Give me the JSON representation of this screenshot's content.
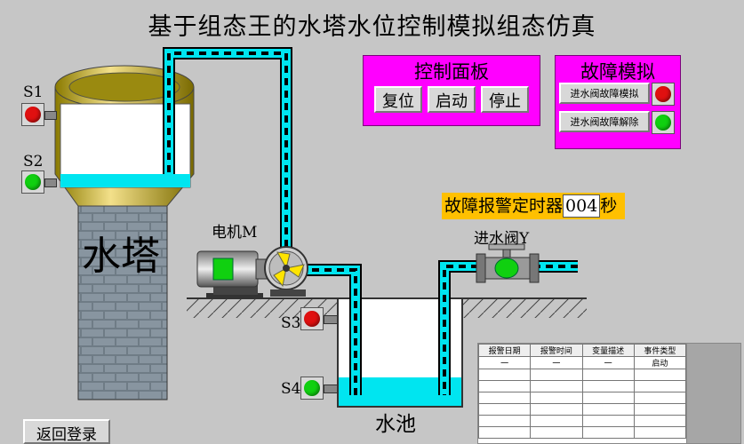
{
  "title": "基于组态王的水塔水位控制模拟组态仿真",
  "control_panel": {
    "title": "控制面板",
    "buttons": [
      "复位",
      "启动",
      "停止"
    ]
  },
  "fault_panel": {
    "title": "故障模拟",
    "buttons": [
      "进水阀故障模拟",
      "进水阀故障解除"
    ],
    "lamp_colors": [
      "#e01010",
      "#10d010"
    ]
  },
  "alarm_timer": {
    "label": "故障报警定时器",
    "value": "004",
    "unit": "秒"
  },
  "sensors": [
    {
      "label": "S1",
      "color": "#e01010"
    },
    {
      "label": "S2",
      "color": "#10d010"
    },
    {
      "label": "S3",
      "color": "#e01010"
    },
    {
      "label": "S4",
      "color": "#10d010"
    }
  ],
  "water_tower": {
    "label": "水塔"
  },
  "pool": {
    "label": "水池"
  },
  "motor": {
    "label": "电机M"
  },
  "valve": {
    "label": "进水阀Y"
  },
  "alarm_table": {
    "headers": [
      "报警日期",
      "报警时间",
      "变量描述",
      "事件类型"
    ],
    "rows": [
      [
        "一",
        "一",
        "一",
        "启动"
      ]
    ]
  },
  "return_button": {
    "label": "返回登录"
  },
  "colors": {
    "water": "#00e5f0",
    "panel": "#ff00ff",
    "timer_bg": "#ffc000",
    "pipe_edge": "#000000"
  }
}
